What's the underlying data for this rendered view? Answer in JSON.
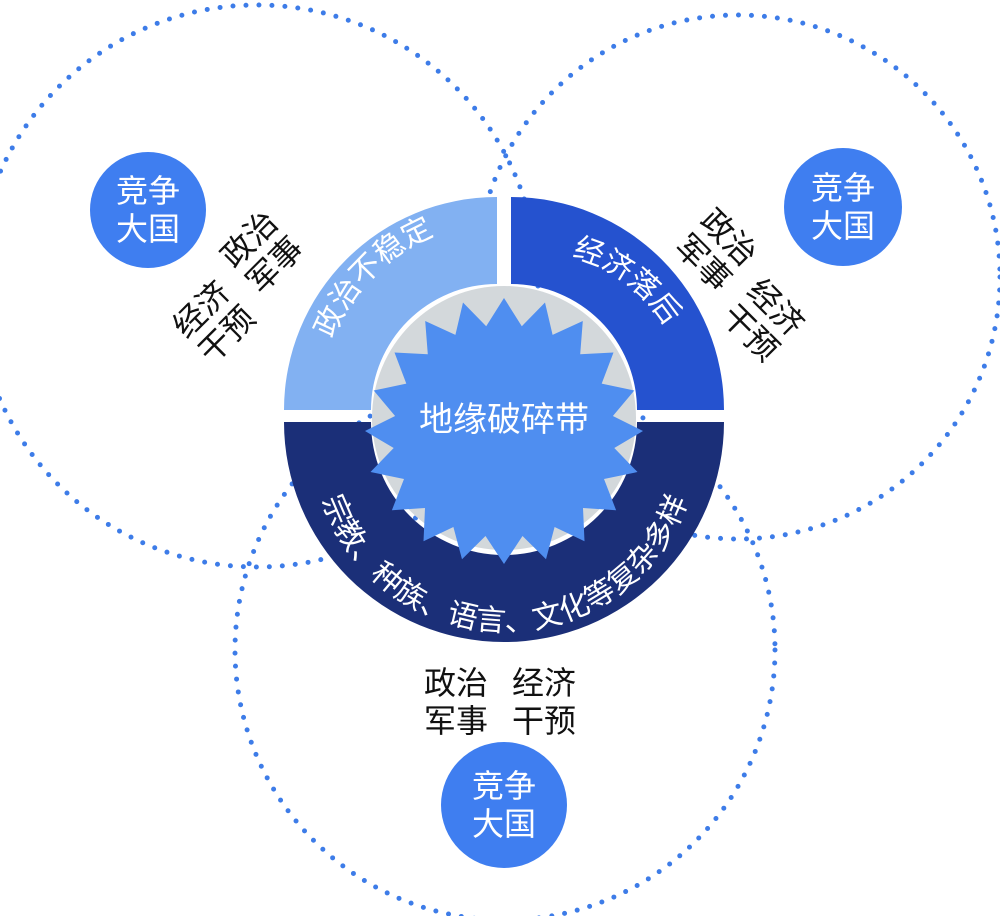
{
  "colors": {
    "dotted_circle": "#3d7ce8",
    "power_circle": "#3f7ef0",
    "segment_political": "#82b1f2",
    "segment_economic": "#2552cf",
    "segment_diverse": "#1b2f78",
    "center_disc": "#d3d8db",
    "center_star": "#4f8ef0"
  },
  "diagram": {
    "center_label": "地缘破碎带",
    "segments": {
      "political": "政治不稳定",
      "economic": "经济落后",
      "diverse": "宗教、种族、语言、文化等复杂多样"
    },
    "powers": [
      {
        "name_line1": "竞争",
        "name_line2": "大国",
        "interventions": [
          {
            "line1": "政治",
            "line2": "军事"
          },
          {
            "line1": "经济",
            "line2": "干预"
          }
        ]
      },
      {
        "name_line1": "竞争",
        "name_line2": "大国",
        "interventions": [
          {
            "line1": "政治",
            "line2": "军事"
          },
          {
            "line1": "经济",
            "line2": "干预"
          }
        ]
      },
      {
        "name_line1": "竞争",
        "name_line2": "大国",
        "interventions": [
          {
            "line1": "政治",
            "line2": "军事"
          },
          {
            "line1": "经济",
            "line2": "干预"
          }
        ]
      }
    ]
  }
}
